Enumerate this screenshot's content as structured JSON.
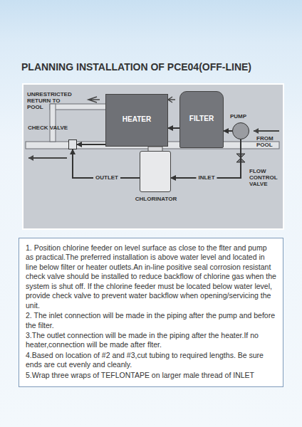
{
  "diagram": {
    "title": "PLANNING INSTALLATION OF PCE04(OFF-LINE)",
    "nodes": [
      {
        "text": [
          "HEATER"
        ]
      },
      {
        "text": [
          "FILTER"
        ]
      },
      {
        "text": [
          "PUMP"
        ]
      },
      {
        "text": [
          "CHLORINATOR"
        ]
      },
      {
        "text": [
          "CHECK VALVE"
        ]
      },
      {
        "text": [
          "1. Position chlorine feeder on level surface as close to the flter and pump as practical.The preferred installation is above water level and located in line below filter or heater outlets.An in-line positive seal corrosion resistant check valve should be installed to reduce backflow of chlorine gas when the system is shut off. If the chlorine feeder must be located below water level, provide check valve to prevent water backflow when opening/servicing the unit.",
          "2. The inlet connection will be made in the piping after the pump and before the filter.",
          "3.The outlet connection will be made in the piping after the heater.If no heater,connection will be made after flter.",
          "4.Based on location of #2 and #3,cut tubing to required lengths. Be sure ends are cut evenly and cleanly.",
          "5.Wrap three wraps of TEFLONTAPE on larger male thread of INLET"
        ]
      }
    ],
    "edges": [
      {
        "from": 2,
        "to": 1,
        "arrow": "to"
      },
      {
        "from": 1,
        "to": 0,
        "arrow": "to"
      },
      {
        "from": 0,
        "to": 4,
        "arrow": "to"
      },
      {
        "from": 2,
        "to": 3,
        "label": "INLET",
        "arrow": "to"
      },
      {
        "from": 3,
        "to": 4,
        "label": "OUTLET",
        "arrow": "to"
      }
    ],
    "labels": [
      "UNRESTRICTED RETURN TO POOL",
      "FROM POOL",
      "FLOW CONTROL VALVE"
    ]
  }
}
